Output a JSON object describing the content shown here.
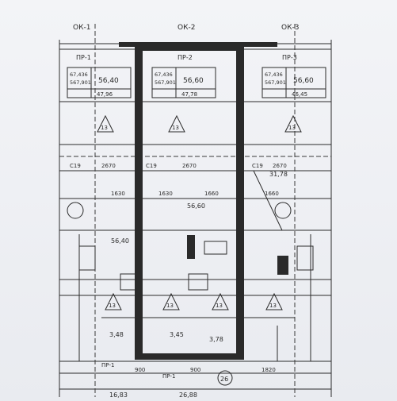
{
  "sections": {
    "left_code": "ОК-1",
    "middle_code": "ОК-2",
    "right_code": "ОК-3"
  },
  "window_labels": {
    "left": "ПР-1",
    "middle": "ПР-2",
    "right": "ПР-3"
  },
  "room_tables": {
    "left": {
      "a": "67,436",
      "b": "567,901",
      "area": "56,40",
      "c": "47,96"
    },
    "middle": {
      "a": "67,436",
      "b": "567,901",
      "area": "56,60",
      "c": "47,78"
    },
    "right": {
      "a": "67,436",
      "b": "567,901",
      "area": "56,60",
      "c": "46,45"
    }
  },
  "room_markers": {
    "top": [
      "13",
      "13",
      "13"
    ],
    "bottom": [
      "13",
      "13",
      "13",
      "13"
    ]
  },
  "dimensions": {
    "span_row": [
      "2670",
      "2670",
      "2670"
    ],
    "marks": [
      "C19",
      "C19",
      "C19"
    ],
    "mid_row": [
      "1630",
      "1630",
      "1660",
      "1660"
    ],
    "middle_area": "56,60",
    "right_area": "31,78",
    "left_area": "56,40",
    "bottom_areas": [
      "3,48",
      "3,45",
      "3,78"
    ],
    "bottom_row": [
      "900",
      "900",
      "1820"
    ],
    "base_row": [
      "16,83",
      "26,88"
    ],
    "circle_marker": "26",
    "nodes": [
      "ПР-1",
      "ПР-1"
    ]
  }
}
